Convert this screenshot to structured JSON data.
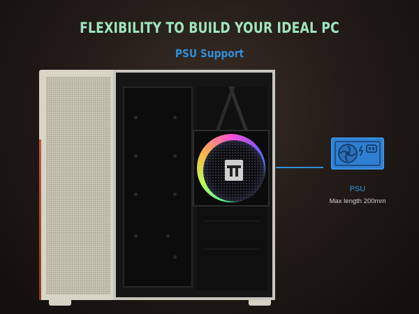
{
  "header": {
    "title": "FLEXIBILITY TO BUILD YOUR IDEAL PC",
    "subtitle": "PSU Support"
  },
  "callout": {
    "icon": "psu-icon",
    "label": "PSU",
    "description": "Max length 200mm"
  },
  "colors": {
    "title": "#9fe6bd",
    "accent_blue": "#2f8fd8",
    "panel_beige": "#d8d4c6",
    "icon_bg": "#2f7fd0"
  }
}
